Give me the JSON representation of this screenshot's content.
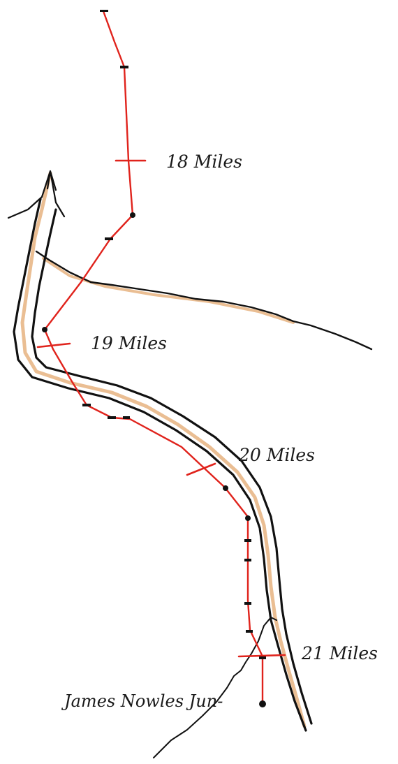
{
  "mile_labels": [
    {
      "text": "18 Miles"
    },
    {
      "text": "19 Miles"
    },
    {
      "text": "20 Miles"
    },
    {
      "text": "21 Miles"
    }
  ],
  "signature": "James Nowles Jun-",
  "colors": {
    "route": "#e0231c",
    "river_bank": "#111111",
    "river_tint": "#d9893a",
    "ink": "#1a1a1a",
    "paper": "#ffffff"
  }
}
